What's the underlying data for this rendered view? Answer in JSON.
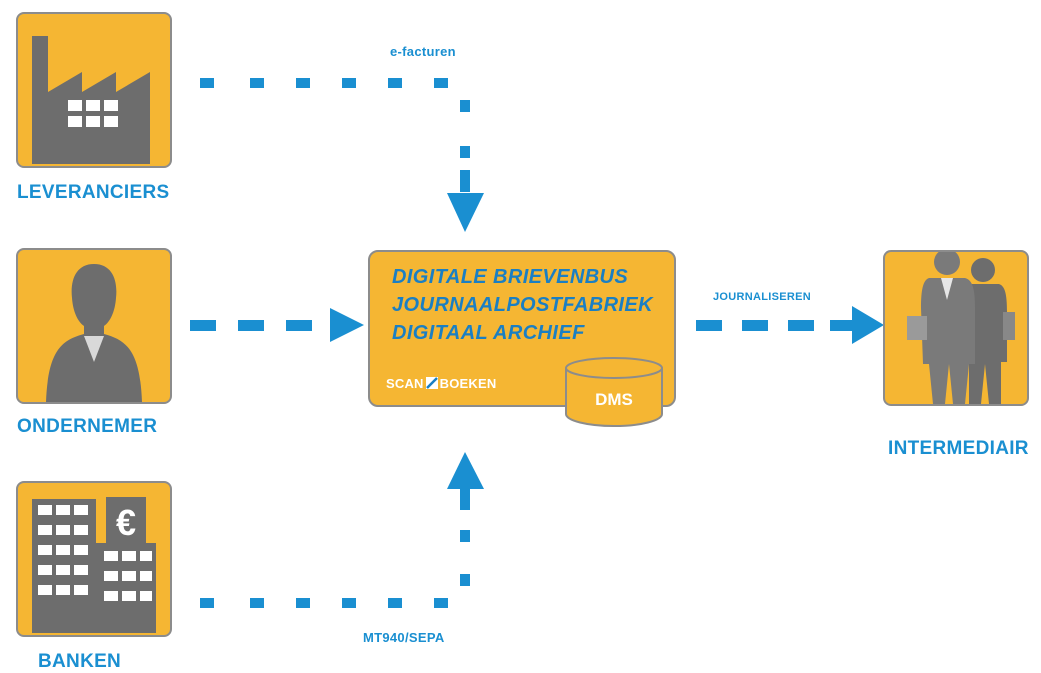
{
  "nodes": {
    "leveranciers": {
      "label": "LEVERANCIERS",
      "icon": "factory-icon"
    },
    "ondernemer": {
      "label": "ONDERNEMER",
      "icon": "businesswoman-icon"
    },
    "banken": {
      "label": "BANKEN",
      "icon": "bank-euro-icon"
    },
    "intermediair": {
      "label": "INTERMEDIAIR",
      "icon": "businessmen-icon"
    }
  },
  "center": {
    "functions": [
      "DIGITALE BRIEVENBUS",
      "JOURNAALPOSTFABRIEK",
      "DIGITAAL ARCHIEF"
    ],
    "logo_left": "SCAN",
    "logo_right": "BOEKEN",
    "database_label": "DMS"
  },
  "edges": {
    "top": "e-facturen",
    "bottom": "MT940/SEPA",
    "right": "JOURNALISEREN"
  },
  "colors": {
    "tile": "#f5b633",
    "accent_blue": "#1a8fd1",
    "icon_gray": "#6d6d6d"
  }
}
